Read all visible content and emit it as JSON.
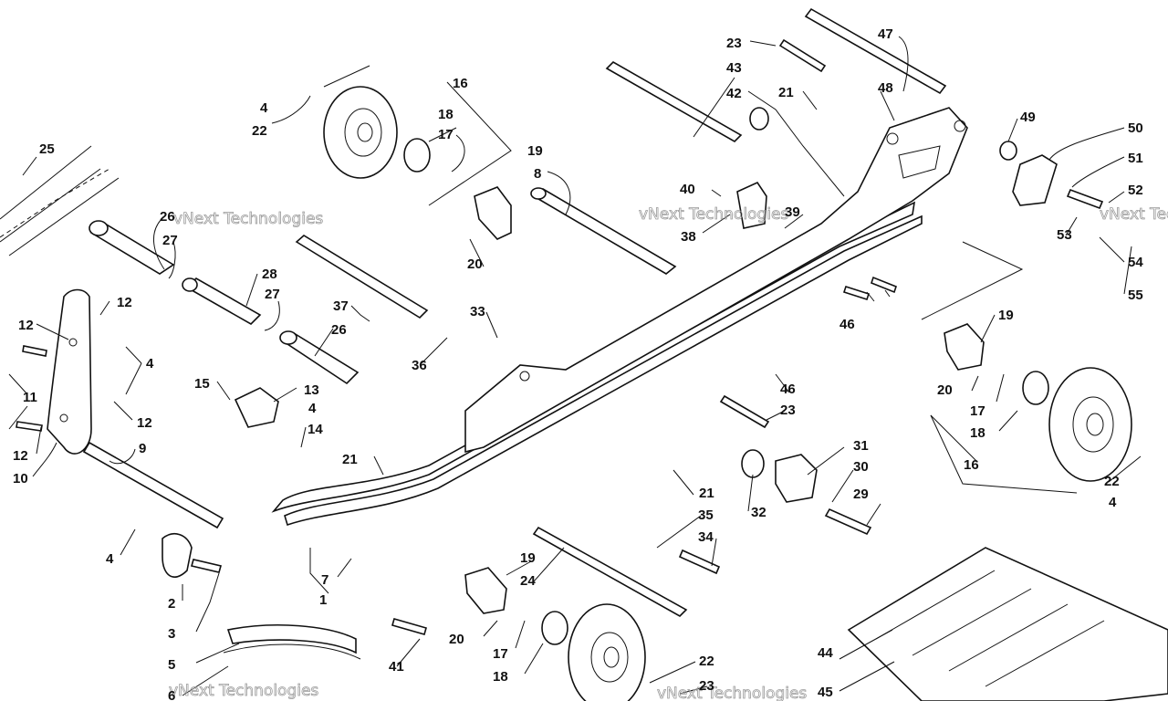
{
  "watermark": "vNext Technologies",
  "callouts": [
    {
      "id": "c1",
      "text": "1"
    },
    {
      "id": "c2",
      "text": "2"
    },
    {
      "id": "c3",
      "text": "3"
    },
    {
      "id": "c4a",
      "text": "4"
    },
    {
      "id": "c4b",
      "text": "4"
    },
    {
      "id": "c4c",
      "text": "4"
    },
    {
      "id": "c4d",
      "text": "4"
    },
    {
      "id": "c4e",
      "text": "4"
    },
    {
      "id": "c5",
      "text": "5"
    },
    {
      "id": "c6",
      "text": "6"
    },
    {
      "id": "c7",
      "text": "7"
    },
    {
      "id": "c8",
      "text": "8"
    },
    {
      "id": "c9",
      "text": "9"
    },
    {
      "id": "c10",
      "text": "10"
    },
    {
      "id": "c11",
      "text": "11"
    },
    {
      "id": "c12a",
      "text": "12"
    },
    {
      "id": "c12b",
      "text": "12"
    },
    {
      "id": "c12c",
      "text": "12"
    },
    {
      "id": "c12d",
      "text": "12"
    },
    {
      "id": "c13",
      "text": "13"
    },
    {
      "id": "c14",
      "text": "14"
    },
    {
      "id": "c15",
      "text": "15"
    },
    {
      "id": "c16a",
      "text": "16"
    },
    {
      "id": "c16b",
      "text": "16"
    },
    {
      "id": "c17a",
      "text": "17"
    },
    {
      "id": "c17b",
      "text": "17"
    },
    {
      "id": "c17c",
      "text": "17"
    },
    {
      "id": "c18a",
      "text": "18"
    },
    {
      "id": "c18b",
      "text": "18"
    },
    {
      "id": "c18c",
      "text": "18"
    },
    {
      "id": "c19a",
      "text": "19"
    },
    {
      "id": "c19b",
      "text": "19"
    },
    {
      "id": "c19c",
      "text": "19"
    },
    {
      "id": "c20a",
      "text": "20"
    },
    {
      "id": "c20b",
      "text": "20"
    },
    {
      "id": "c20c",
      "text": "20"
    },
    {
      "id": "c21a",
      "text": "21"
    },
    {
      "id": "c21b",
      "text": "21"
    },
    {
      "id": "c21c",
      "text": "21"
    },
    {
      "id": "c22a",
      "text": "22"
    },
    {
      "id": "c22b",
      "text": "22"
    },
    {
      "id": "c22c",
      "text": "22"
    },
    {
      "id": "c23a",
      "text": "23"
    },
    {
      "id": "c23b",
      "text": "23"
    },
    {
      "id": "c23c",
      "text": "23"
    },
    {
      "id": "c24",
      "text": "24"
    },
    {
      "id": "c25",
      "text": "25"
    },
    {
      "id": "c26a",
      "text": "26"
    },
    {
      "id": "c26b",
      "text": "26"
    },
    {
      "id": "c27a",
      "text": "27"
    },
    {
      "id": "c27b",
      "text": "27"
    },
    {
      "id": "c28",
      "text": "28"
    },
    {
      "id": "c29",
      "text": "29"
    },
    {
      "id": "c30",
      "text": "30"
    },
    {
      "id": "c31",
      "text": "31"
    },
    {
      "id": "c32",
      "text": "32"
    },
    {
      "id": "c33",
      "text": "33"
    },
    {
      "id": "c34",
      "text": "34"
    },
    {
      "id": "c35",
      "text": "35"
    },
    {
      "id": "c36",
      "text": "36"
    },
    {
      "id": "c37",
      "text": "37"
    },
    {
      "id": "c38",
      "text": "38"
    },
    {
      "id": "c39",
      "text": "39"
    },
    {
      "id": "c40",
      "text": "40"
    },
    {
      "id": "c41",
      "text": "41"
    },
    {
      "id": "c42",
      "text": "42"
    },
    {
      "id": "c43",
      "text": "43"
    },
    {
      "id": "c44",
      "text": "44"
    },
    {
      "id": "c45",
      "text": "45"
    },
    {
      "id": "c46a",
      "text": "46"
    },
    {
      "id": "c46b",
      "text": "46"
    },
    {
      "id": "c47",
      "text": "47"
    },
    {
      "id": "c48",
      "text": "48"
    },
    {
      "id": "c49",
      "text": "49"
    },
    {
      "id": "c50",
      "text": "50"
    },
    {
      "id": "c51",
      "text": "51"
    },
    {
      "id": "c52",
      "text": "52"
    },
    {
      "id": "c53",
      "text": "53"
    },
    {
      "id": "c54",
      "text": "54"
    },
    {
      "id": "c55",
      "text": "55"
    }
  ]
}
